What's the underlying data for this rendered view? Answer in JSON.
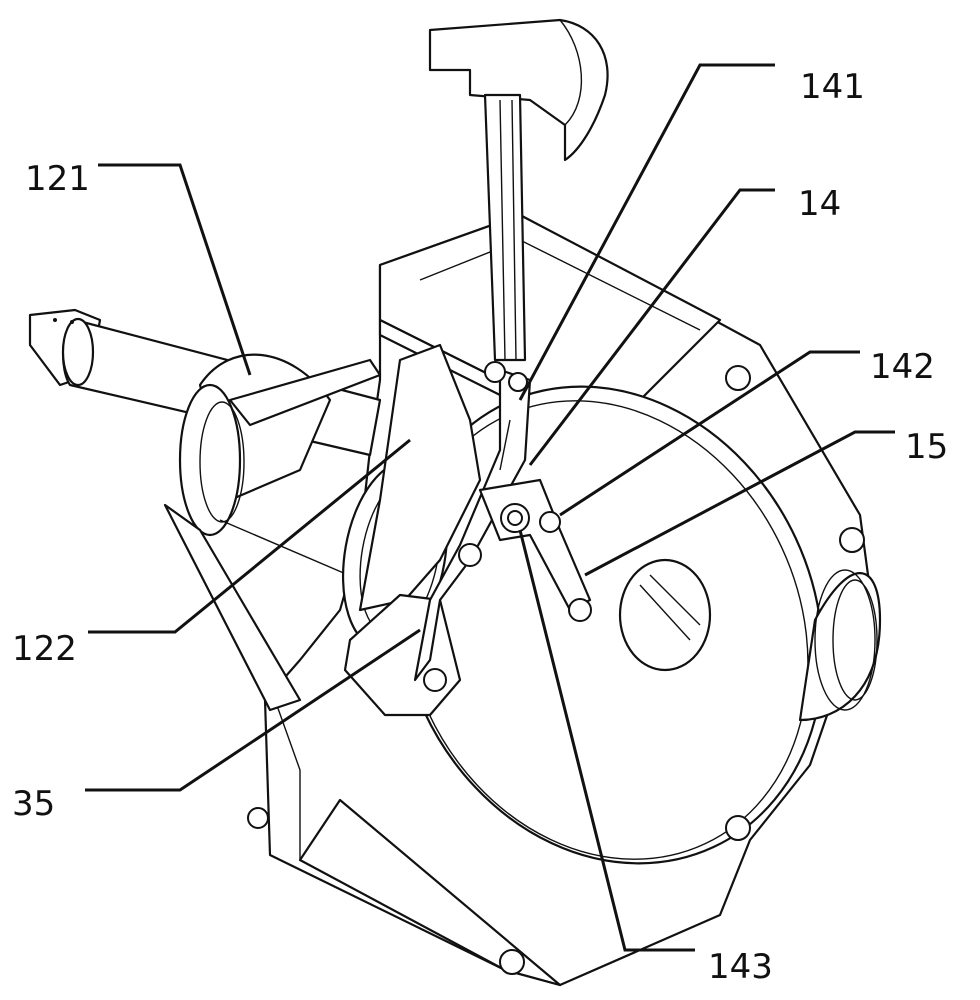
{
  "figure": {
    "labels": {
      "l121": "121",
      "l141": "141",
      "l14": "14",
      "l142": "142",
      "l15": "15",
      "l122": "122",
      "l35": "35",
      "l143": "143"
    },
    "colors": {
      "line": "#111111",
      "background": "#ffffff"
    }
  }
}
